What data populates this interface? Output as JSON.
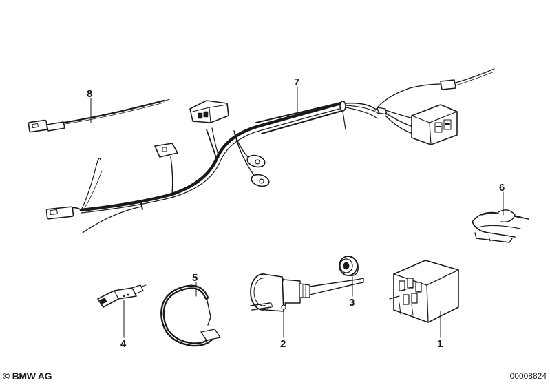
{
  "callouts": {
    "c1": "1",
    "c2": "2",
    "c3": "3",
    "c4": "4",
    "c5": "5",
    "c6": "6",
    "c7": "7",
    "c8": "8"
  },
  "footer": {
    "copyright": "© BMW AG",
    "diagram_number": "00008824"
  },
  "colors": {
    "ink": "#1a1a1a",
    "background": "#ffffff"
  }
}
